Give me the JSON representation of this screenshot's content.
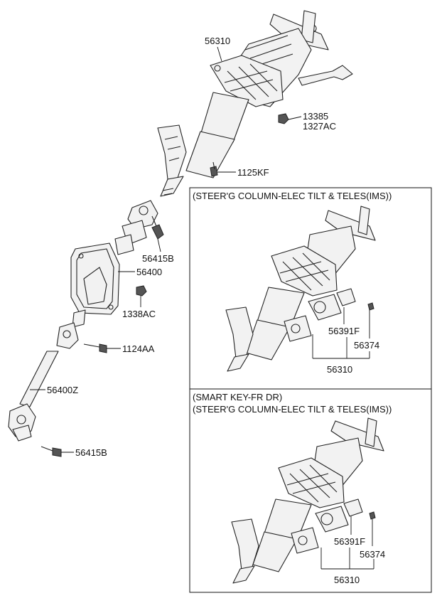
{
  "labels": {
    "p56310_main": "56310",
    "p13385": "13385",
    "p1327ac": "1327AC",
    "p1125kf": "1125KF",
    "p56415b_top": "56415B",
    "p56400": "56400",
    "p1338ac": "1338AC",
    "p1124aa": "1124AA",
    "p56400z": "56400Z",
    "p56415b_bottom": "56415B"
  },
  "inset1": {
    "title": "(STEER'G COLUMN-ELEC TILT & TELES(IMS))",
    "p56391f": "56391F",
    "p56374": "56374",
    "p56310": "56310"
  },
  "inset2": {
    "title_line1": "(SMART KEY-FR DR)",
    "title_line2": "(STEER'G COLUMN-ELEC TILT & TELES(IMS))",
    "p56391f": "56391F",
    "p56374": "56374",
    "p56310": "56310"
  }
}
